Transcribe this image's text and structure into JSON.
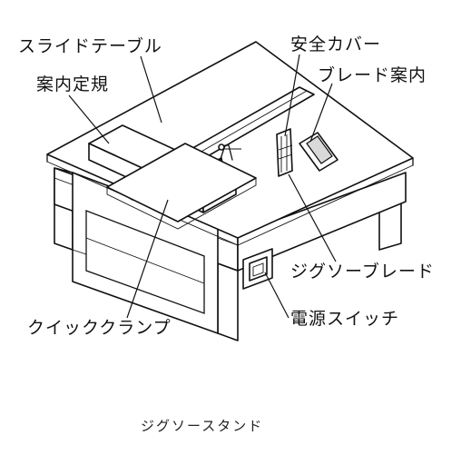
{
  "labels": {
    "slide_table": "スライドテーブル",
    "guide_fence": "案内定規",
    "safety_cover": "安全カバー",
    "blade_guide": "ブレード案内",
    "jigsaw_blade": "ジグソーブレード",
    "power_switch": "電源スイッチ",
    "quick_clamp": "クイッククランプ"
  },
  "caption": "ジグソースタンド"
}
